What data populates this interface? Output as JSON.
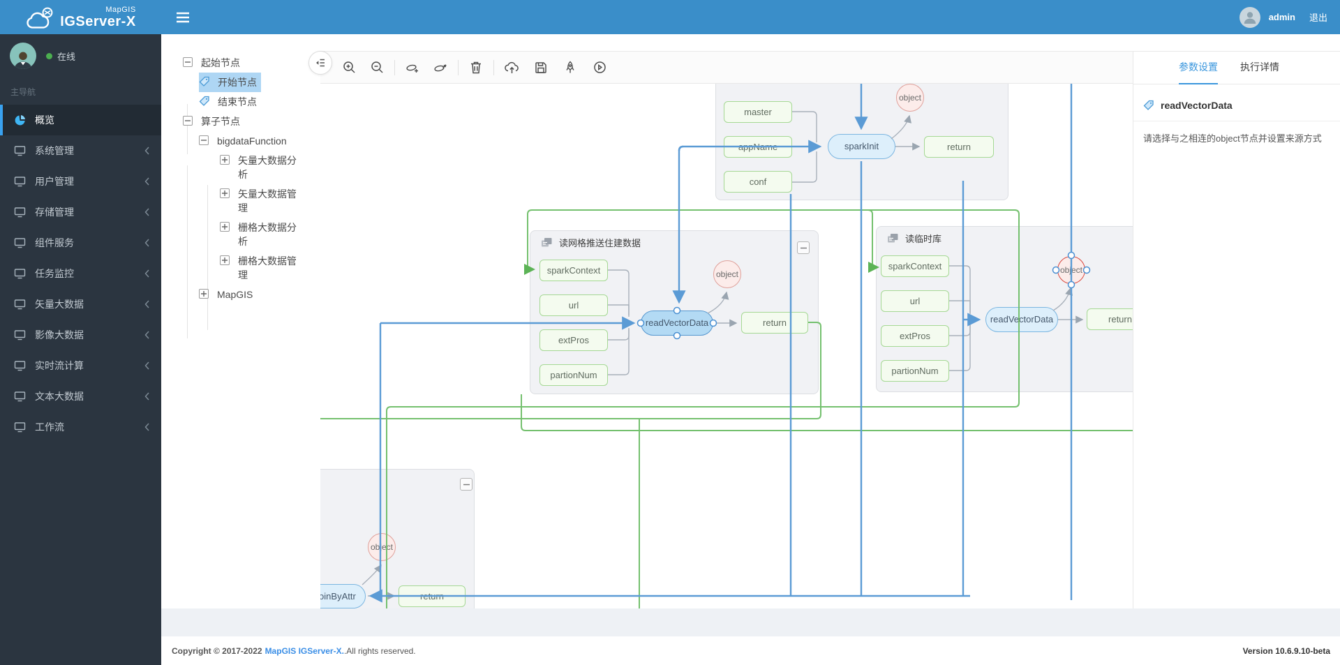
{
  "header": {
    "brand_small": "MapGIS",
    "brand_main": "IGServer-X",
    "username": "admin",
    "logout_label": "退出"
  },
  "sidebar": {
    "status_label": "在线",
    "nav_section_label": "主导航",
    "items": [
      {
        "label": "概览",
        "icon": "pie-chart",
        "active": true
      },
      {
        "label": "系统管理",
        "icon": "monitor"
      },
      {
        "label": "用户管理",
        "icon": "monitor"
      },
      {
        "label": "存储管理",
        "icon": "monitor"
      },
      {
        "label": "组件服务",
        "icon": "monitor"
      },
      {
        "label": "任务监控",
        "icon": "monitor"
      },
      {
        "label": "矢量大数据",
        "icon": "monitor"
      },
      {
        "label": "影像大数据",
        "icon": "monitor"
      },
      {
        "label": "实时流计算",
        "icon": "monitor"
      },
      {
        "label": "文本大数据",
        "icon": "monitor"
      },
      {
        "label": "工作流",
        "icon": "monitor"
      }
    ]
  },
  "tree": {
    "rows": [
      {
        "label": "起始节点",
        "level": 0,
        "toggle": "minus"
      },
      {
        "label": "开始节点",
        "level": 1,
        "icon": "tag",
        "selected": true
      },
      {
        "label": "结束节点",
        "level": 1,
        "icon": "tag"
      },
      {
        "label": "算子节点",
        "level": 0,
        "toggle": "minus"
      },
      {
        "label": "bigdataFunction",
        "level": 1,
        "toggle": "minus"
      },
      {
        "label": "矢量大数据分析",
        "level": 2,
        "toggle": "plus"
      },
      {
        "label": "矢量大数据管理",
        "level": 2,
        "toggle": "plus"
      },
      {
        "label": "栅格大数据分析",
        "level": 2,
        "toggle": "plus"
      },
      {
        "label": "栅格大数据管理",
        "level": 2,
        "toggle": "plus"
      },
      {
        "label": "MapGIS",
        "level": 1,
        "toggle": "plus"
      }
    ]
  },
  "toolbar": {
    "icons": [
      "zoom-in",
      "zoom-out",
      "overlay-add",
      "overlay-edit",
      "delete",
      "upload",
      "save",
      "launch",
      "run"
    ]
  },
  "canvas": {
    "groups": {
      "g1_title": "读网格推送住建数据",
      "g2_title": "读临时库"
    },
    "nodes": {
      "master": "master",
      "appName": "appName",
      "conf": "conf",
      "sparkInit": "sparkInit",
      "return": "return",
      "object": "object",
      "sparkContext": "sparkContext",
      "url": "url",
      "extPros": "extPros",
      "partionNum": "partionNum",
      "readVectorData": "readVectorData",
      "joinByAttr": "joinByAttr"
    }
  },
  "panel": {
    "tab_params": "参数设置",
    "tab_details": "执行详情",
    "node_title": "readVectorData",
    "description": "请选择与之相连的object节点并设置来源方式"
  },
  "footer": {
    "copyright_prefix": "Copyright © 2017-2022",
    "brand_link": "MapGIS IGServer-X.",
    "copyright_suffix": ".All rights reserved.",
    "version": "Version 10.6.9.10-beta"
  }
}
